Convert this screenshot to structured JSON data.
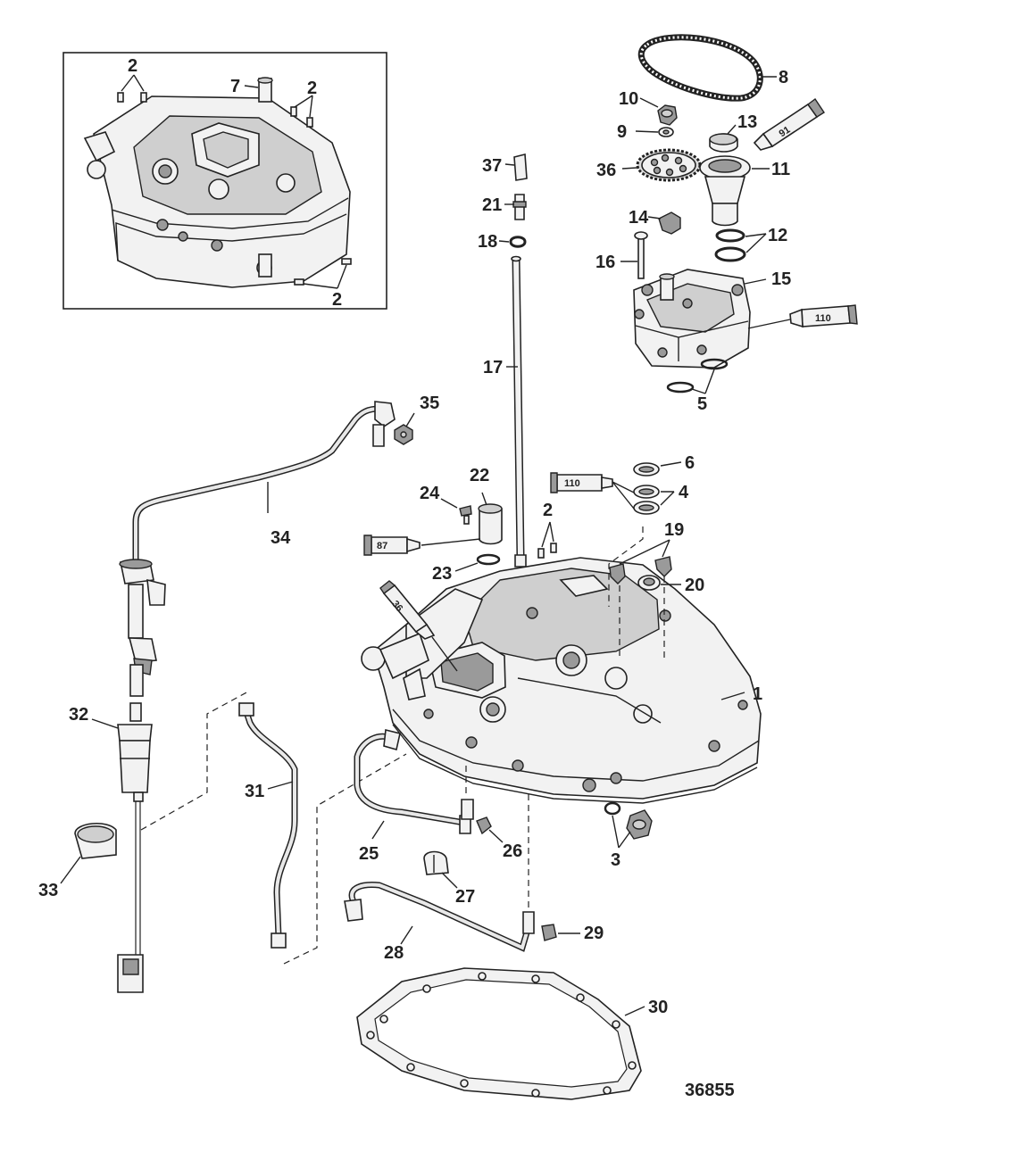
{
  "figure_number": "36855",
  "callouts": {
    "c1": "1",
    "c2_inset_tl": "2",
    "c2_inset_tr": "2",
    "c2_inset_br": "2",
    "c2_main": "2",
    "c3": "3",
    "c4": "4",
    "c5": "5",
    "c6": "6",
    "c7": "7",
    "c8": "8",
    "c9": "9",
    "c10": "10",
    "c11": "11",
    "c12": "12",
    "c13": "13",
    "c14": "14",
    "c15": "15",
    "c16": "16",
    "c17": "17",
    "c18": "18",
    "c19": "19",
    "c20": "20",
    "c21": "21",
    "c22": "22",
    "c23": "23",
    "c24": "24",
    "c25": "25",
    "c26": "26",
    "c27": "27",
    "c28": "28",
    "c29": "29",
    "c30": "30",
    "c31": "31",
    "c32": "32",
    "c33": "33",
    "c34": "34",
    "c35": "35",
    "c36": "36",
    "c37": "37"
  },
  "tube_labels": {
    "t91": "91",
    "t110_right": "110",
    "t110_left": "110",
    "t87": "87",
    "t36": "36"
  }
}
